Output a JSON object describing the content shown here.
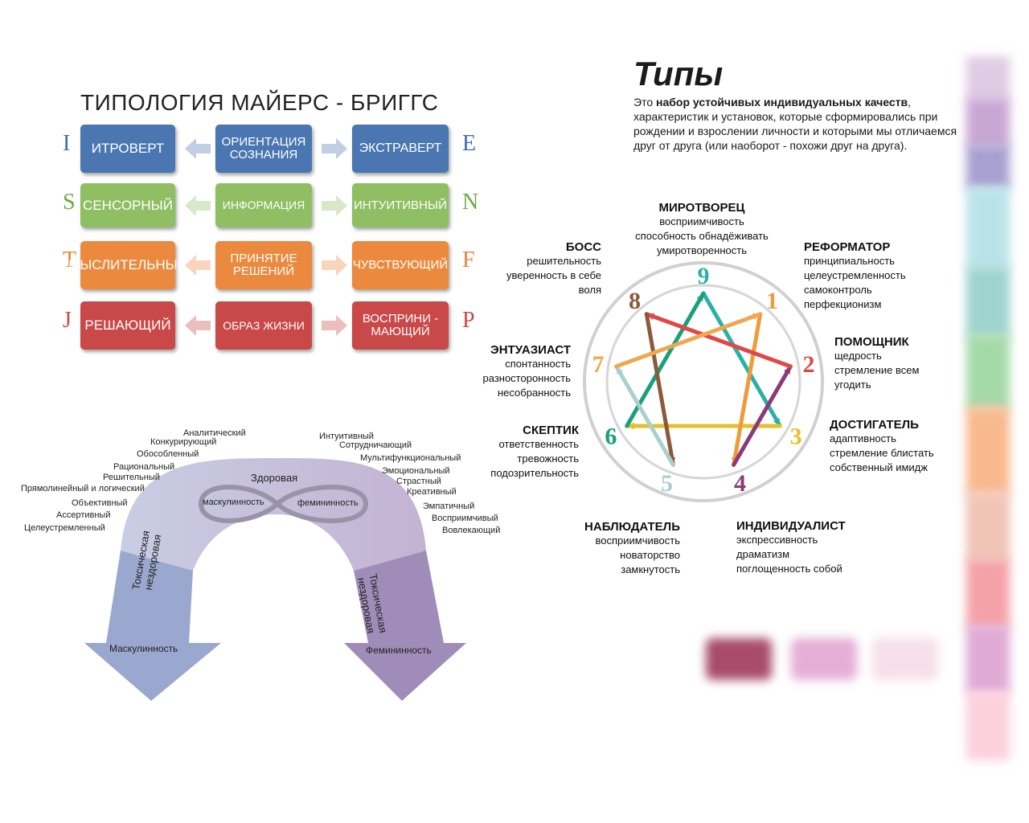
{
  "mbti": {
    "title": "ТИПОЛОГИЯ МАЙЕРС - БРИГГС",
    "rows": [
      {
        "left_letter": "I",
        "left": "ИТРОВЕРТ",
        "center": "ОРИЕНТАЦИЯ СОЗНАНИЯ",
        "right": "ЭКСТРАВЕРТ",
        "right_letter": "E",
        "color": "#4a76b1",
        "letter_color": "#3f6fae"
      },
      {
        "left_letter": "S",
        "left": "СЕНСОРНЫЙ",
        "center": "ИНФОРМАЦИЯ",
        "right": "ИНТУИТИВНЫЙ",
        "right_letter": "N",
        "color": "#8fbe63",
        "letter_color": "#6aaa3e"
      },
      {
        "left_letter": "T",
        "left": "МЫСЛИТЕЛЬНЫЙ",
        "center": "ПРИНЯТИЕ РЕШЕНИЙ",
        "right": "ЧУВСТВУЮЩИЙ",
        "right_letter": "F",
        "color": "#eb8a3e",
        "letter_color": "#e8843a"
      },
      {
        "left_letter": "J",
        "left": "РЕШАЮЩИЙ",
        "center": "ОБРАЗ ЖИЗНИ",
        "right": "ВОСПРИНИ - МАЮЩИЙ",
        "right_letter": "P",
        "color": "#c94848",
        "letter_color": "#c94848"
      }
    ]
  },
  "arc": {
    "healthy": "Здоровая",
    "masculine_loop": "маскулинность",
    "feminine_loop": "фемининность",
    "left_arrow_text": "Токсическая нездоровая",
    "left_arrow_label": "Маскулинность",
    "right_arrow_text": "Токсическая нездоровая",
    "right_arrow_label": "Фемининность",
    "left_traits": [
      "Аналитический",
      "Конкурирующий",
      "Обособленный",
      "Рациональный",
      "Решительный",
      "Прямолинейный и логический",
      "Объективный",
      "Ассертивный",
      "Целеустремленный"
    ],
    "right_traits": [
      "Интуитивный",
      "Сотрудничающий",
      "Мультифункциональный",
      "Эмоциональный",
      "Страстный",
      "Креативный",
      "Эмпатичный",
      "Восприимчивый",
      "Вовлекающий"
    ]
  },
  "types": {
    "title": "Типы",
    "desc_prefix": "Это ",
    "desc_bold": "набор устойчивых индивидуальных качеств",
    "desc_rest": ", характеристик и установок, которые сформировались при рождении и взрослении личности и которыми мы отличаемся друг от друга (или наоборот - похожи друг на друга)."
  },
  "enneagram": {
    "numbers": [
      "1",
      "2",
      "3",
      "4",
      "5",
      "6",
      "7",
      "8",
      "9"
    ],
    "number_colors": [
      "#f09a3a",
      "#e04848",
      "#e6c02a",
      "#8a3a78",
      "#a9cfcf",
      "#1aa07a",
      "#f0a850",
      "#8a5a3a",
      "#2ab0a8"
    ],
    "types": [
      {
        "title": "МИРОТВОРЕЦ",
        "traits": [
          "восприимчивость",
          "способность обнадёживать",
          "умиротворенность"
        ]
      },
      {
        "title": "РЕФОРМАТОР",
        "traits": [
          "принципиальность",
          "целеустремленность",
          "самоконтроль",
          "перфекционизм"
        ]
      },
      {
        "title": "ПОМОЩНИК",
        "traits": [
          "щедрость",
          "стремление всем",
          "угодить"
        ]
      },
      {
        "title": "ДОСТИГАТЕЛЬ",
        "traits": [
          "адаптивность",
          "стремление блистать",
          "собственный имидж"
        ]
      },
      {
        "title": "ИНДИВИДУАЛИСТ",
        "traits": [
          "экспрессивность",
          "драматизм",
          "поглощенность собой"
        ]
      },
      {
        "title": "НАБЛЮДАТЕЛЬ",
        "traits": [
          "восприимчивость",
          "новаторство",
          "замкнутость"
        ]
      },
      {
        "title": "СКЕПТИК",
        "traits": [
          "ответственность",
          "тревожность",
          "подозрительность"
        ]
      },
      {
        "title": "ЭНТУАЗИАСТ",
        "traits": [
          "спонтанность",
          "разносторонность",
          "несобранность"
        ]
      },
      {
        "title": "БОСС",
        "traits": [
          "решительность",
          "уверенность в себе",
          "воля"
        ]
      }
    ]
  },
  "palette": {
    "column": [
      "#e0cbe4",
      "#c9a7d4",
      "#a8a0d0",
      "#b9e3e8",
      "#9fd3cf",
      "#a6d9a8",
      "#f8b98e",
      "#f0c4b6",
      "#f4a2a8",
      "#e0aad6",
      "#fcd0dc"
    ],
    "row": [
      "#a84c6a",
      "#e6aed6",
      "#f6dfea"
    ]
  }
}
